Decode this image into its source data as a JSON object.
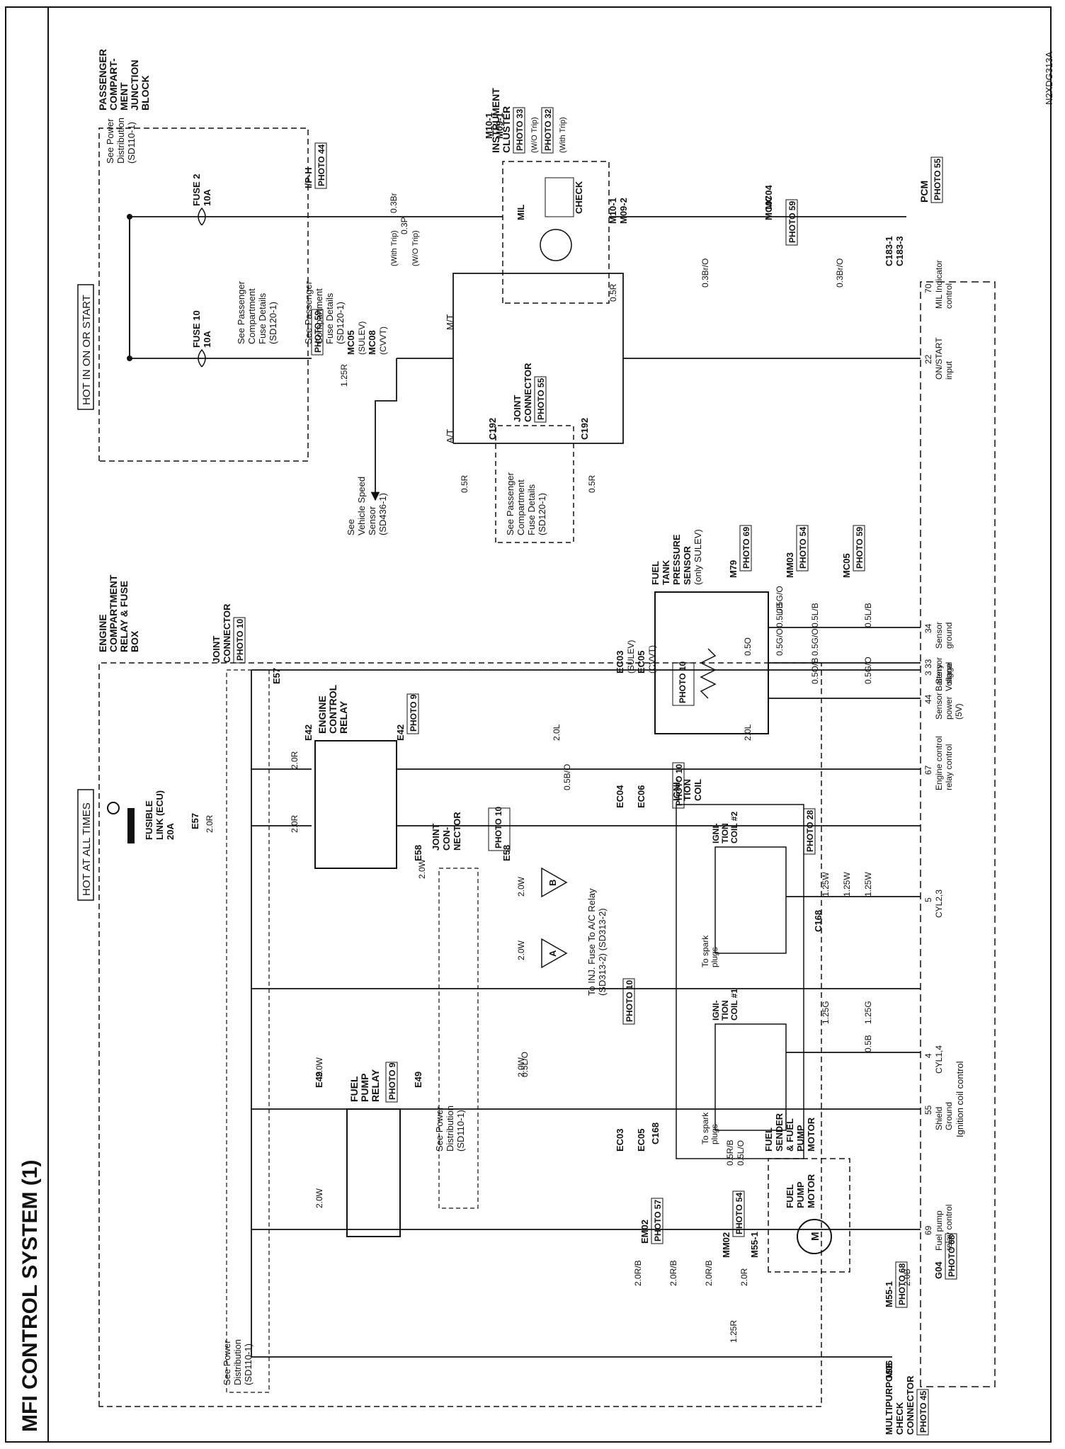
{
  "header": {
    "title": "MFI CONTROL SYSTEM (1)",
    "ref": "N2XDG313A"
  },
  "rails": {
    "hot_in_on_or_start": "HOT IN ON OR START",
    "hot_at_all_times": "HOT AT ALL TIMES"
  },
  "blocks": {
    "pjb": [
      "PASSENGER",
      "COMPART-",
      "MENT",
      "JUNCTION",
      "BLOCK"
    ],
    "ecb": [
      "ENGINE",
      "COMPARTMENT",
      "RELAY & FUSE",
      "BOX"
    ],
    "instrument_cluster": [
      "INSTRUMENT",
      "CLUSTER"
    ],
    "pcm": "PCM",
    "fuel_tank_sensor": [
      "FUEL",
      "TANK",
      "PRESSURE",
      "SENSOR",
      "(only SULEV)"
    ],
    "ignition_coil": [
      "IGNI-",
      "TION",
      "COIL"
    ],
    "coil1": [
      "IGNI-",
      "TION",
      "COIL #1"
    ],
    "coil2": [
      "IGNI-",
      "TION",
      "COIL #2"
    ],
    "fuel_sender": [
      "FUEL",
      "SENDER",
      "& FUEL",
      "PUMP",
      "MOTOR"
    ],
    "fuel_pump_motor": [
      "FUEL",
      "PUMP",
      "MOTOR"
    ],
    "mpcc": [
      "MULTIPURPOSE",
      "CHECK",
      "CONNECTOR"
    ],
    "engine_control_relay": [
      "ENGINE",
      "CONTROL",
      "RELAY"
    ],
    "fuel_pump_relay": [
      "FUEL",
      "PUMP",
      "RELAY"
    ],
    "joint_connector_top": [
      "JOINT",
      "CONNECTOR"
    ],
    "joint_connector_mid": [
      "JOINT",
      "CONNECTOR"
    ],
    "joint_connector_e58": [
      "JOINT",
      "CON-",
      "NECTOR"
    ]
  },
  "fuses": {
    "fuse2": [
      "FUSE 2",
      "10A"
    ],
    "fuse10": [
      "FUSE 10",
      "10A"
    ],
    "fusible": [
      "FUSIBLE",
      "LINK (ECU)",
      "20A"
    ]
  },
  "photos": {
    "p44": "PHOTO 44",
    "p33": "PHOTO 33",
    "p32": "PHOTO 32",
    "p59a": "PHOTO 59",
    "p55a": "PHOTO 55",
    "p55b": "PHOTO 55",
    "p59b": "PHOTO 59",
    "p10a": "PHOTO 10",
    "p9a": "PHOTO 9",
    "p9b": "PHOTO 9",
    "p10b": "PHOTO 10",
    "p10c": "PHOTO 10",
    "p10d": "PHOTO 10",
    "p10e": "PHOTO 10",
    "p69": "PHOTO 69",
    "p54a": "PHOTO 54",
    "p59c": "PHOTO 59",
    "p28": "PHOTO 28",
    "p57": "PHOTO 57",
    "p54b": "PHOTO 54",
    "p68a": "PHOTO 68",
    "p68b": "PHOTO 68",
    "p45": "PHOTO 45"
  },
  "notes": {
    "see_pd_top": [
      "See Power",
      "Distribution",
      "(SD110-1)"
    ],
    "see_pcf_a": [
      "See Passenger",
      "Compartment",
      "Fuse Details",
      "(SD120-1)"
    ],
    "see_pcf_b": [
      "See Passenger",
      "Compartment",
      "Fuse Details",
      "(SD120-1)"
    ],
    "see_vss": [
      "See",
      "Vehicle Speed",
      "Sensor",
      "(SD436-1)"
    ],
    "see_pd_mid": [
      "See Power",
      "Distribution",
      "(SD110-1)"
    ],
    "see_pd_low": [
      "See Power",
      "Distribution",
      "(SD110-1)"
    ],
    "see_pcf_c": [
      "See Passenger",
      "Compartment",
      "Fuse Details",
      "(SD120-1)"
    ],
    "to_inj": [
      "To INJ. Fuse  To A/C Relay",
      "(SD313-2)    (SD313-2)"
    ],
    "spark1": [
      "To spark",
      "plugs"
    ],
    "spark2": [
      "To spark",
      "plugs"
    ]
  },
  "connectors": {
    "iph": "I/P-H",
    "mc05": "MC05",
    "mc08": "MC08",
    "m10_1": "M10-1",
    "m09_1": "M09-1",
    "m10_1b": "M10-1",
    "m09_2": "M09-2",
    "mc04": "MC04",
    "mc07": "MC07",
    "c183_1": "C183-1",
    "c183_3": "C183-3",
    "c192a": "C192",
    "c192b": "C192",
    "e57a": "E57",
    "e57b": "E57",
    "e42a": "E42",
    "e42b": "E42",
    "e58a": "E58",
    "e58b": "E58",
    "e49a": "E49",
    "e49b": "E49",
    "ec03a": "EC03",
    "ec05a": "EC05",
    "ec04": "EC04",
    "ec06": "EC06",
    "ec03b": "EC03",
    "ec05b": "EC05",
    "c168a": "C168",
    "c168b": "C168",
    "m79": "M79",
    "mm03": "MM03",
    "mc05b": "MC05",
    "em02": "EM02",
    "mm02": "MM02",
    "m55_1a": "M55-1",
    "m55_1b": "M55-1",
    "m06": "M06",
    "g04": "G04"
  },
  "wires": {
    "w1_25r": "1.25R",
    "w0_3br": "0.3Br",
    "w0_3p": "0.3P",
    "w0_3br_o_a": "0.3Br/O",
    "w0_3br_o_b": "0.3Br/O",
    "w0_5r_a": "0.5R",
    "w0_5r_b": "0.5R",
    "w0_5r_c": "0.5R",
    "w2_0r_a": "2.0R",
    "w2_0r_b": "2.0R",
    "w2_0r_c": "2.0R",
    "w2_0l_a": "2.0L",
    "w2_0l_b": "2.0L",
    "w0_5b_o": "0.5B/O",
    "w2_0w_a": "2.0W",
    "w2_0w_b": "2.0W",
    "w2_0w_c": "2.0W",
    "w2_0w_d": "2.0W",
    "w2_0w_e": "2.0W",
    "w2_0w_f": "2.0W",
    "w0_5l_o": "0.5L/O",
    "w0_5o": "0.5O",
    "w0_5g_o_a": "0.5G/O",
    "w0_5g_o_b": "0.5G/O",
    "w0_5g_o_c": "0.5G/O",
    "w0_5l_b_a": "0.5L/B",
    "w0_5l_b_b": "0.5L/B",
    "w0_5l_b_c": "0.5L/B",
    "w0_5o_b": "0.5O/B",
    "w0_5g_o_d": "0.5G/O",
    "w0_5b": "0.5B",
    "w1_25g_a": "1.25G",
    "w1_25g_b": "1.25G",
    "w1_25w_a": "1.25W",
    "w1_25w_b": "1.25W",
    "w1_25w_c": "1.25W",
    "w2_0r_b2": "2.0R/B",
    "w2_0r_b3": "2.0R/B",
    "w2_0r_b4": "2.0R/B",
    "w2_0r_d": "2.0R",
    "w2_0b": "2.0B",
    "w1_25r_b": "1.25R",
    "w0_5r_b_s": "0.5R/B",
    "w0_5l_o_c": "0.5L/O"
  },
  "variants": {
    "with_trip": "(With Trip)",
    "wo_trip": "(W/O Trip)",
    "sulev": "(SULEV)",
    "cvvt": "(CVVT)",
    "mt": "M/T",
    "at": "A/T"
  },
  "pcm_pins": [
    {
      "pin": "70",
      "label": [
        "MIL Indicator",
        "control"
      ]
    },
    {
      "pin": "22",
      "label": [
        "ON/START",
        "input"
      ]
    },
    {
      "pin": "34",
      "label": [
        "Sensor",
        "ground"
      ]
    },
    {
      "pin": "33",
      "label": [
        "Sensor",
        "signal"
      ]
    },
    {
      "pin": "44",
      "label": [
        "Sensor",
        "power",
        "(5V)"
      ]
    },
    {
      "pin": "3",
      "label": [
        "Battery",
        "Voltage"
      ]
    },
    {
      "pin": "67",
      "label": [
        "Engine control",
        "relay control"
      ]
    },
    {
      "pin": "5",
      "label": [
        "CYL2,3"
      ]
    },
    {
      "pin": "4",
      "label": [
        "CYL1,4"
      ]
    },
    {
      "pin": "55",
      "label": [
        "Shield",
        "Ground"
      ]
    },
    {
      "pin": "69",
      "label": [
        "Fuel pump",
        "relay control"
      ]
    }
  ],
  "pcm_footer": "Ignition coil control",
  "mil": [
    "MIL",
    "CHECK"
  ],
  "triangles": [
    "A",
    "B"
  ],
  "motor_letter": "M"
}
